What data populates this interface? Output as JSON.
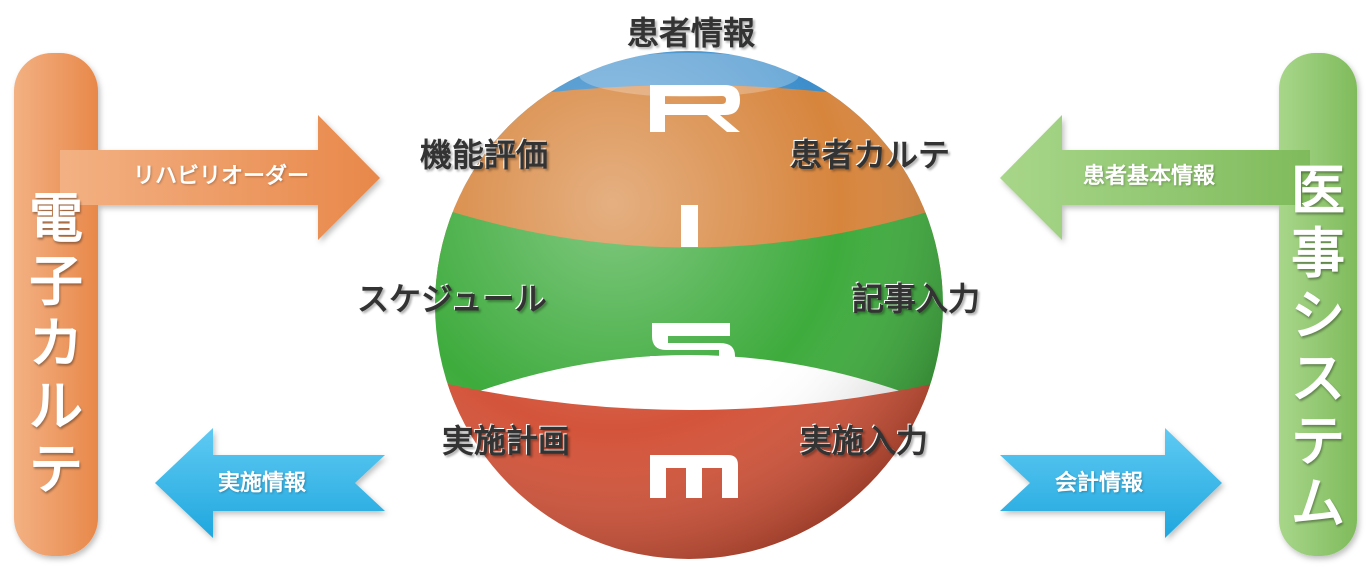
{
  "colors": {
    "orange": "#eb955c",
    "green": "#8dc56b",
    "blue": "#2fb6ea",
    "sphere_blue": "#3b8fcd",
    "sphere_orange": "#d5843d",
    "sphere_green": "#3eaa3d",
    "sphere_red": "#d2533a"
  },
  "left_bar": {
    "label": "電子カルテ"
  },
  "right_bar": {
    "label": "医事システム"
  },
  "arrows": {
    "top_left": "リハビリオーダー",
    "top_right": "患者基本情報",
    "bottom_left": "実施情報",
    "bottom_right": "会計情報"
  },
  "sphere": {
    "letters": {
      "r": "R",
      "i": "I",
      "s": "S",
      "m": "M"
    },
    "labels": {
      "top": "患者情報",
      "upper_left": "機能評価",
      "upper_right": "患者カルテ",
      "middle_left": "スケジュール",
      "middle_right": "記事入力",
      "lower_left": "実施計画",
      "lower_right": "実施入力"
    }
  }
}
